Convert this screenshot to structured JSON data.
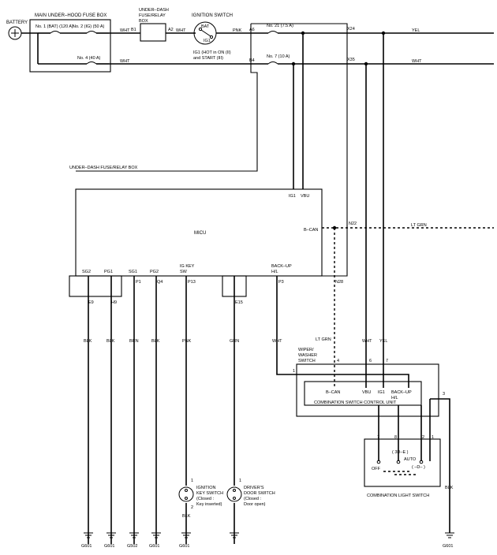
{
  "battery": "BATTERY",
  "main_fuse_box": {
    "title": "MAIN UNDER–HOOD FUSE BOX",
    "fuse1": "No. 1 (BAT) (120 A)",
    "fuse2": "No. 2 (IG) (50 A)",
    "fuse4": "No. 4 (40 A)"
  },
  "relay_box": {
    "line1": "UNDER–DASH",
    "line2": "FUSE/RELAY",
    "line3": "BOX",
    "pin_in": "B1",
    "pin_out": "A2"
  },
  "ignition_switch": {
    "title": "IGNITION SWITCH",
    "bat": "BAT",
    "ig1": "IG1",
    "note1": "IG1 (HOT in ON (II)",
    "note2": "and START (III)"
  },
  "top_fuses": {
    "fuse21": "No. 21 (7.5 A)",
    "fuse7": "No. 7 (10 A)",
    "pin_a6": "A6",
    "pin_b4": "B4",
    "pin_x24": "X24",
    "pin_x35": "X35"
  },
  "wire_colors": {
    "wht": "WHT",
    "pnk": "PNK",
    "yel": "YEL",
    "blk": "BLK",
    "brn": "BRN",
    "grn": "GRN",
    "lt_grn": "LT GRN"
  },
  "micu": {
    "box_label": "UNDER–DASH FUSE/RELAY BOX",
    "name": "MICU",
    "ig1": "IG1",
    "vbu": "VBU",
    "bcan": "B–CAN",
    "n22": "N22",
    "n28": "N28",
    "ig_key_sw_1": "IG KEY",
    "ig_key_sw_2": "SW",
    "backup_1": "BACK–UP",
    "backup_2": "H/L",
    "pins_top": [
      "SG2",
      "PG1",
      "SG1",
      "PG2"
    ],
    "pins_bottom": [
      "E9",
      "H9",
      "P1",
      "Q4",
      "P13",
      "E15",
      "P3"
    ]
  },
  "wiper_switch": {
    "title1": "WIPER/",
    "title2": "WASHER",
    "title3": "SWITCH",
    "unit": "COMBINATION SWITCH CONTROL UNIT",
    "bcan": "B–CAN",
    "vbu": "VBU",
    "ig1": "IG1",
    "backup1": "BACK–UP",
    "backup2": "H/L",
    "pin1": "1",
    "pin4": "4",
    "pin6": "6",
    "pin7": "7",
    "pin3": "3"
  },
  "light_switch": {
    "title": "COMBINATION LIGHT SWITCH",
    "off": "OFF",
    "auto": "AUTO",
    "small": "( 3D–E )",
    "head": "( –D– )",
    "pins": [
      "7",
      "8",
      "2",
      "1"
    ]
  },
  "ignition_key_switch": {
    "l1": "IGNITION",
    "l2": "KEY SWITCH",
    "l3": "(Closed :",
    "l4": "Key inserted)",
    "p1": "1",
    "p2": "2"
  },
  "door_switch": {
    "l1": "DRIVER'S",
    "l2": "DOOR SWITCH",
    "l3": "(Closed :",
    "l4": "Door open)",
    "p1": "1"
  },
  "grounds": [
    "G601",
    "G601",
    "G502",
    "G601",
    "G601",
    "G601"
  ]
}
